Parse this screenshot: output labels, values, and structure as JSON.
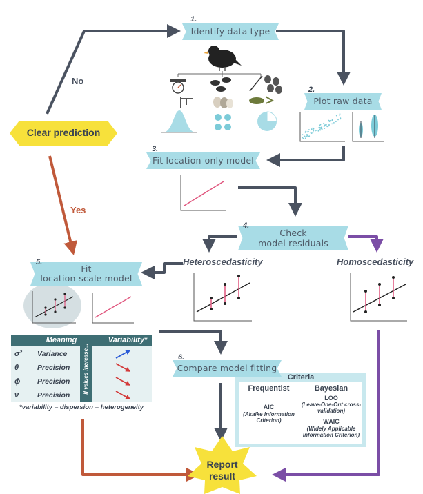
{
  "steps": {
    "s1": {
      "num": "1.",
      "label": "Identify data type"
    },
    "s2": {
      "num": "2.",
      "label": "Plot raw data"
    },
    "s3": {
      "num": "3.",
      "label": "Fit location-only model"
    },
    "s4": {
      "num": "4.",
      "label_line1": "Check",
      "label_line2": "model residuals"
    },
    "s5": {
      "num": "5.",
      "label_line1": "Fit",
      "label_line2": "location-scale model"
    },
    "s6": {
      "num": "6.",
      "label": "Compare model fitting"
    }
  },
  "start": {
    "label": "Clear prediction"
  },
  "branches": {
    "no": "No",
    "yes": "Yes"
  },
  "residuals": {
    "hetero": "Heteroscedasticity",
    "homo": "Homoscedasticity"
  },
  "table": {
    "headers": {
      "meaning": "Meaning",
      "variability": "Variability*"
    },
    "side_label": "If values increase...",
    "rows": [
      {
        "symbol": "σ²",
        "meaning": "Variance"
      },
      {
        "symbol": "θ",
        "meaning": "Precision"
      },
      {
        "symbol": "ϕ",
        "meaning": "Precision"
      },
      {
        "symbol": "ν",
        "meaning": "Precision"
      }
    ],
    "footnote": "*variability = dispersion = heterogeneity"
  },
  "criteria": {
    "title": "Criteria",
    "frequentist": {
      "heading": "Frequentist",
      "aic": "AIC",
      "aic_full": "(Akaike Information Criterion)"
    },
    "bayesian": {
      "heading": "Bayesian",
      "loo": "LOO",
      "loo_full": "(Leave-One-Out cross-validation)",
      "waic": "WAIC",
      "waic_full": "(Widely Applicable Information Criterion)"
    }
  },
  "end": {
    "line1": "Report",
    "line2": "result"
  },
  "colors": {
    "dark": "#4a5260",
    "orange": "#c0593a",
    "purple": "#7b4ea6",
    "ribbon": "#a8dce6",
    "yellow": "#f7e13b",
    "red": "#e0567e",
    "table_header": "#3e6e74"
  },
  "icons": [
    "bird-icon",
    "scale-icon",
    "caliper-icon",
    "normal-curve-icon",
    "bird-silhouettes-icon",
    "eggs-icon",
    "dots-icon",
    "seeds-icon",
    "nest-icon",
    "pie-icon"
  ]
}
